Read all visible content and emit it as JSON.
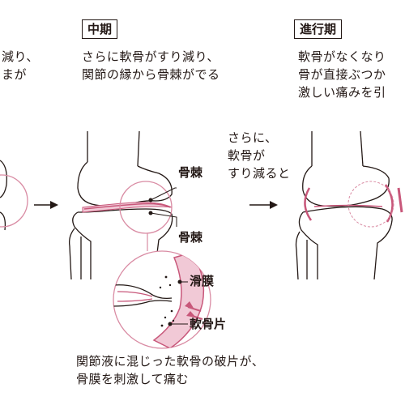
{
  "stages": {
    "left": {
      "desc_lines": [
        "減り、",
        "まが"
      ]
    },
    "middle": {
      "title": "中期",
      "desc_lines": [
        "さらに軟骨がすり減り、",
        "関節の縁から骨棘がでる"
      ]
    },
    "right": {
      "title": "進行期",
      "desc_lines": [
        "軟骨がなくなり",
        "骨が直接ぶつか",
        "激しい痛みを引"
      ]
    }
  },
  "labels": {
    "osteophyte_upper": "骨棘",
    "osteophyte_lower": "骨棘",
    "synovium": "滑膜",
    "cartilage_fragment": "軟骨片"
  },
  "transition_text": [
    "さらに、",
    "軟骨が",
    "すり減ると"
  ],
  "caption_lines": [
    "関節液に混じった軟骨の破片が、",
    "骨膜を刺激して痛む"
  ],
  "colors": {
    "line": "#231815",
    "pink": "#c8577a",
    "pink_light": "#f1c9d6",
    "circle_outline": "#d98ba3"
  }
}
